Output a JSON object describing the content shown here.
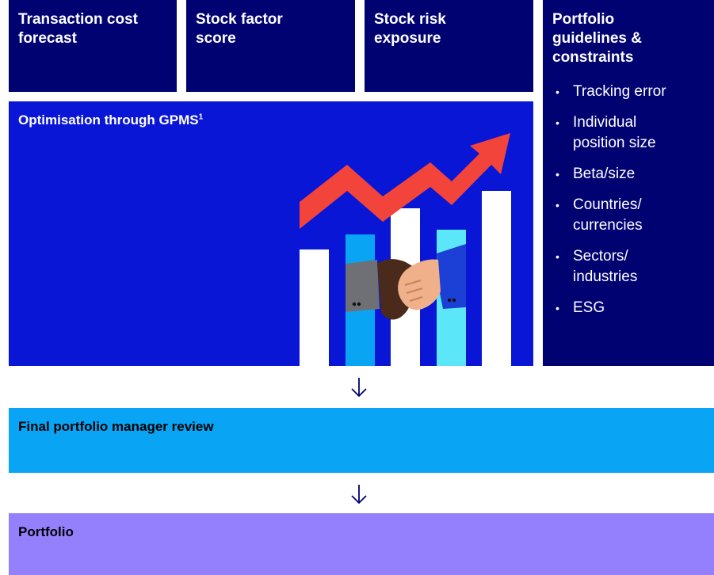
{
  "inputs": {
    "transaction_cost": "Transaction cost\nforecast",
    "stock_factor": "Stock factor\nscore",
    "stock_risk": "Stock risk\nexposure"
  },
  "constraints": {
    "title": "Portfolio\nguidelines &\nconstraints",
    "items": [
      "Tracking error",
      "Individual\nposition size",
      "Beta/size",
      "Countries/\ncurrencies",
      "Sectors/\nindustries",
      "ESG"
    ]
  },
  "optimisation": {
    "title": "Optimisation through GPMS",
    "footnote": "1"
  },
  "review": {
    "title": "Final portfolio manager review"
  },
  "portfolio": {
    "title": "Portfolio"
  },
  "colors": {
    "navy": "#010271",
    "blue": "#0a16d6",
    "sky": "#0aa4f4",
    "violet": "#9480fc",
    "red_arrow": "#f2443a",
    "cyan_bar": "#5ce6fa",
    "mid_blue_bar": "#0aa4f4"
  },
  "icons": {
    "illustration": "rising-chart-handshake-illustration",
    "flow_arrow": "arrow-down-icon"
  }
}
